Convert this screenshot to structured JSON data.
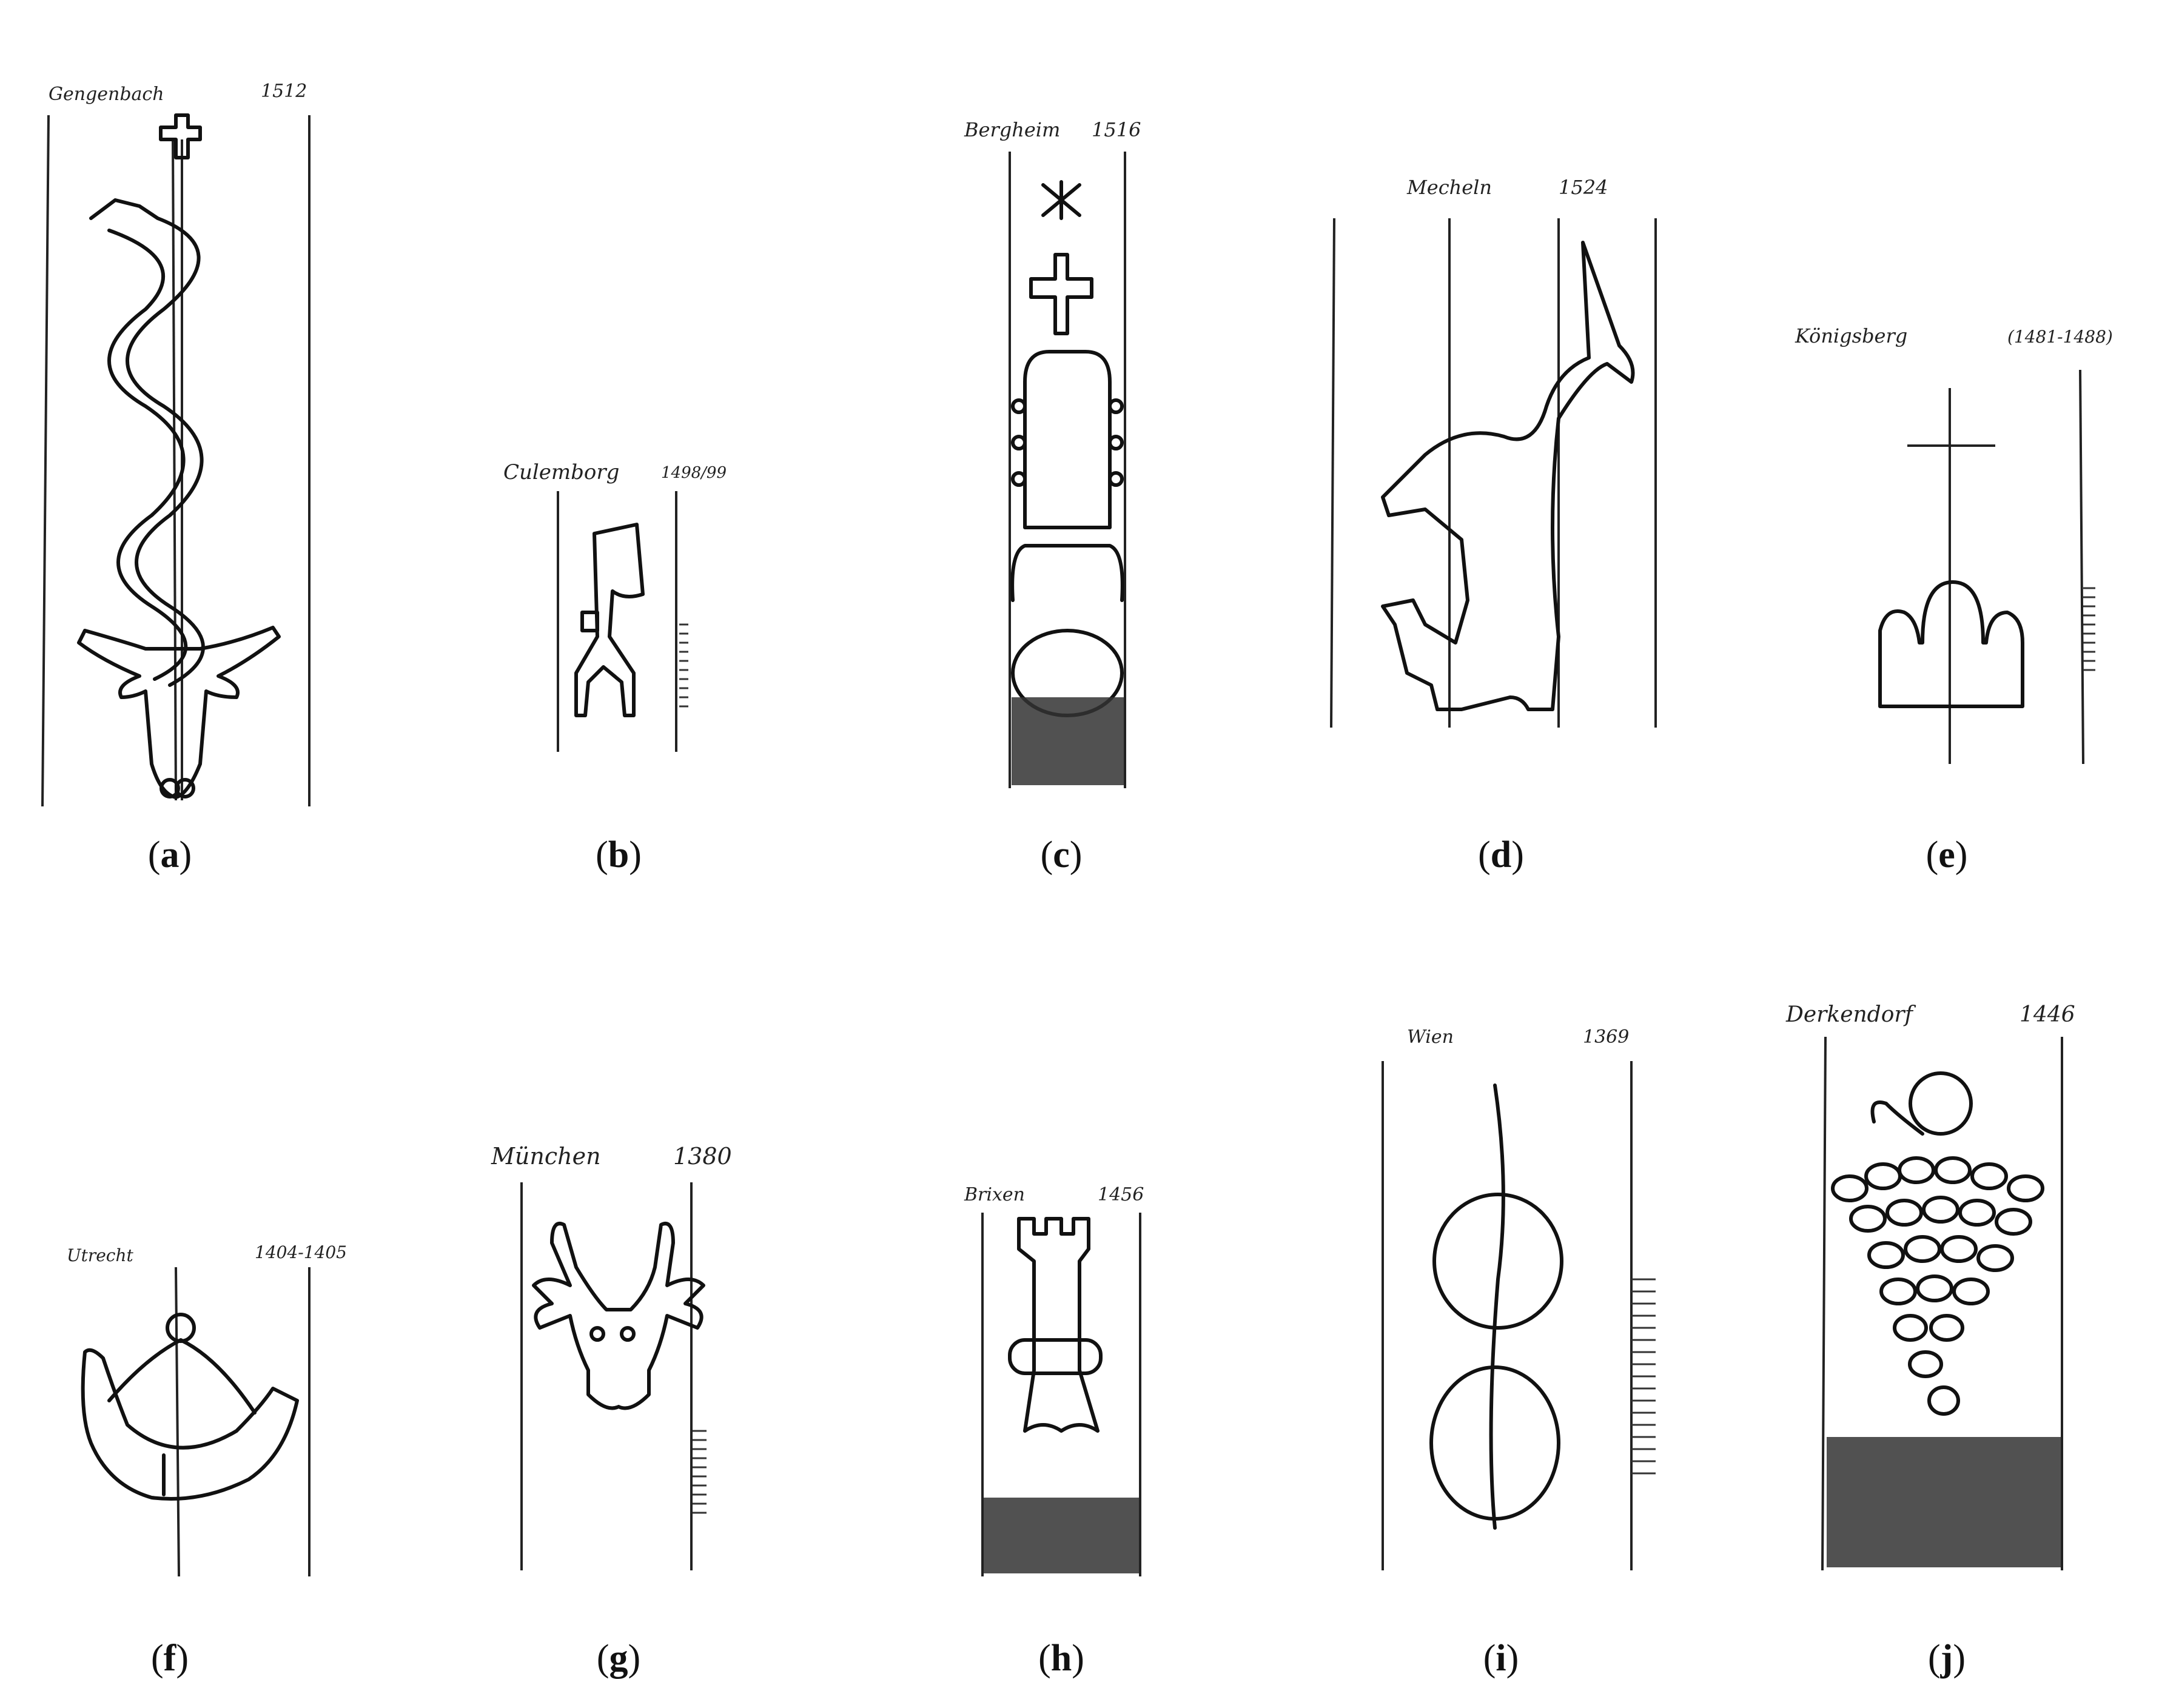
{
  "panels": [
    {
      "id": "a",
      "label_open": "(",
      "label": "a",
      "label_close": ")",
      "place": "Gengenbach",
      "year": "1512"
    },
    {
      "id": "b",
      "label_open": "(",
      "label": "b",
      "label_close": ")",
      "place": "Culemborg",
      "year": "1498/99"
    },
    {
      "id": "c",
      "label_open": "(",
      "label": "c",
      "label_close": ")",
      "place": "Bergheim",
      "year": "1516"
    },
    {
      "id": "d",
      "label_open": "(",
      "label": "d",
      "label_close": ")",
      "place": "Mecheln",
      "year": "1524"
    },
    {
      "id": "e",
      "label_open": "(",
      "label": "e",
      "label_close": ")",
      "place": "Königsberg",
      "year": "(1481-1488)"
    },
    {
      "id": "f",
      "label_open": "(",
      "label": "f",
      "label_close": ")",
      "place": "Utrecht",
      "year": "1404-1405"
    },
    {
      "id": "g",
      "label_open": "(",
      "label": "g",
      "label_close": ")",
      "place": "München",
      "year": "1380"
    },
    {
      "id": "h",
      "label_open": "(",
      "label": "h",
      "label_close": ")",
      "place": "Brixen",
      "year": "1456"
    },
    {
      "id": "i",
      "label_open": "(",
      "label": "i",
      "label_close": ")",
      "place": "Wien",
      "year": "1369"
    },
    {
      "id": "j",
      "label_open": "(",
      "label": "j",
      "label_close": ")",
      "place": "Derkendorf",
      "year": "1446"
    }
  ],
  "colors": {
    "ink": "#111111",
    "paper": "#ffffff"
  },
  "motifs": [
    "snake-cross-ox-head",
    "letter-p",
    "crown-cross-star",
    "unicorn",
    "crown-cross",
    "horn",
    "stag-head",
    "tower",
    "scales-circles",
    "grapes"
  ]
}
